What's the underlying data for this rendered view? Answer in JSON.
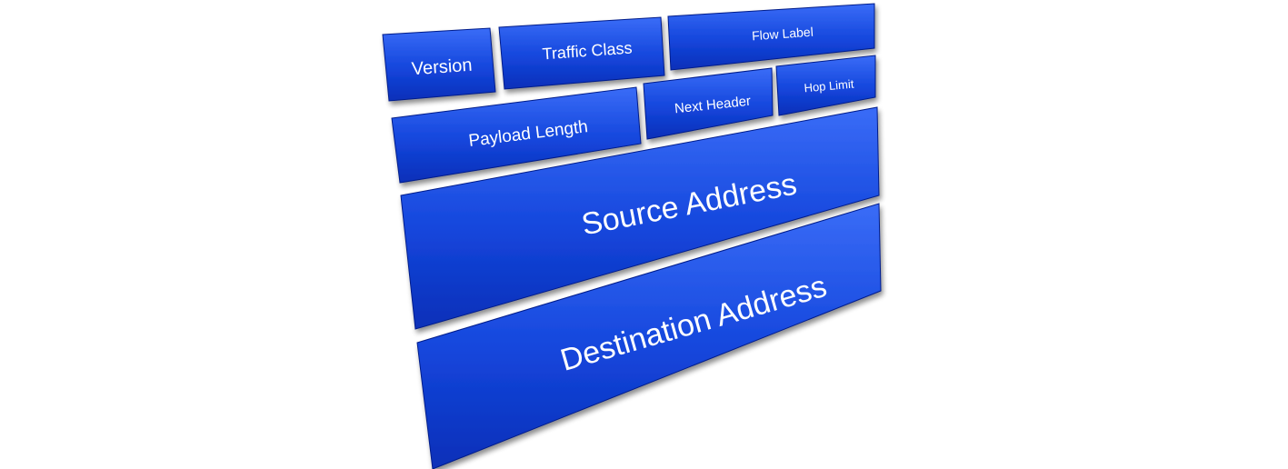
{
  "diagram": {
    "fields": [
      {
        "label": "Version"
      },
      {
        "label": "Traffic Class"
      },
      {
        "label": "Flow Label"
      },
      {
        "label": "Payload Length"
      },
      {
        "label": "Next Header"
      },
      {
        "label": "Hop Limit"
      },
      {
        "label": "Source Address"
      },
      {
        "label": "Destination Address"
      }
    ],
    "colors": {
      "block_top": "#2f61f2",
      "block_bottom": "#0831c6",
      "edge": "#001c8a",
      "text": "#ffffff"
    }
  }
}
